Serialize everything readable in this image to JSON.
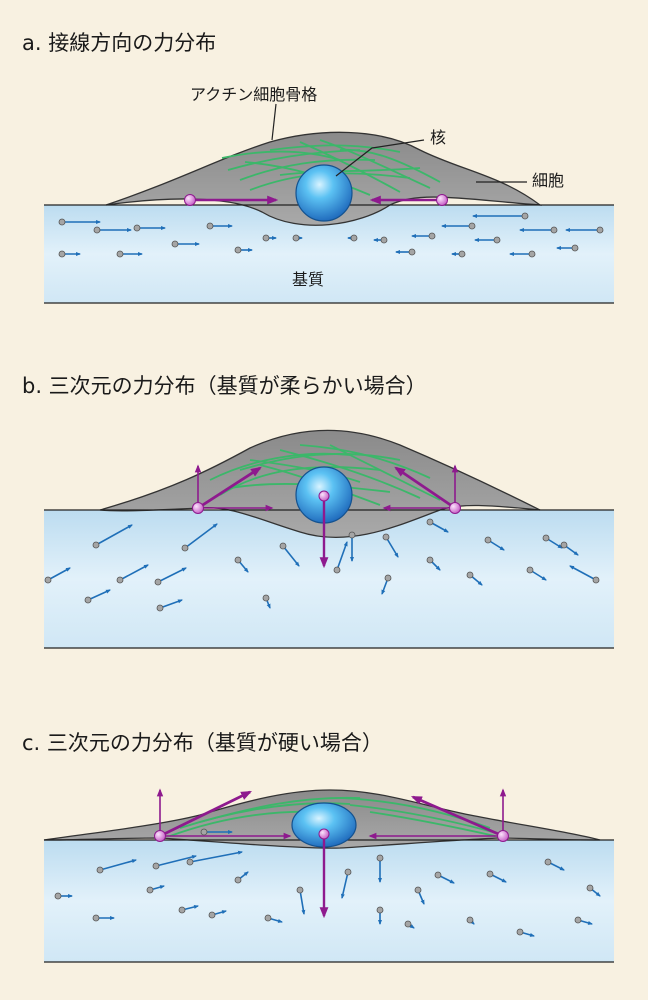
{
  "panels": [
    {
      "title": "a. 接線方向の力分布",
      "labels": {
        "cytoskeleton": "アクチン細胞骨格",
        "nucleus": "核",
        "cell": "細胞",
        "substrate": "基質"
      }
    },
    {
      "title": "b. 三次元の力分布（基質が柔らかい場合）"
    },
    {
      "title": "c. 三次元の力分布（基質が硬い場合）"
    }
  ],
  "colors": {
    "background": "#f8f1e1",
    "substrate": "#d6ebf7",
    "cell_body": "#9a9a9a",
    "actin": "#3cb76a",
    "nucleus": "#2a8fd8",
    "force_arrow": "#8e1a8e",
    "displacement_arrow": "#1f6fb8",
    "marker_bead": "#9a9a9a"
  },
  "icons": {
    "force": "purple-force-arrow",
    "focal_adhesion": "pink-adhesion-bead",
    "displacement": "blue-displacement-arrow"
  }
}
